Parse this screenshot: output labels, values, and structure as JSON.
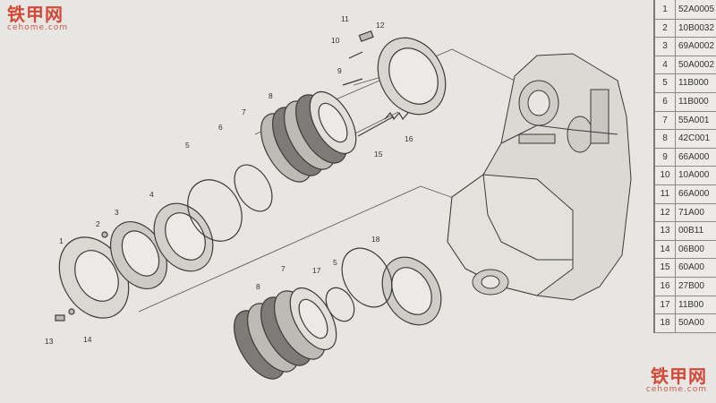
{
  "watermark": {
    "main": "铁甲网",
    "sub": "cehome.com"
  },
  "parts_table": [
    {
      "no": "1",
      "code": "52A0005"
    },
    {
      "no": "2",
      "code": "10B0032"
    },
    {
      "no": "3",
      "code": "69A0002"
    },
    {
      "no": "4",
      "code": "50A0002"
    },
    {
      "no": "5",
      "code": "11B000"
    },
    {
      "no": "6",
      "code": "11B000"
    },
    {
      "no": "7",
      "code": "55A001"
    },
    {
      "no": "8",
      "code": "42C001"
    },
    {
      "no": "9",
      "code": "66A000"
    },
    {
      "no": "10",
      "code": "10A000"
    },
    {
      "no": "11",
      "code": "66A000"
    },
    {
      "no": "12",
      "code": "71A00"
    },
    {
      "no": "13",
      "code": "00B11"
    },
    {
      "no": "14",
      "code": "06B00"
    },
    {
      "no": "15",
      "code": "60A00"
    },
    {
      "no": "16",
      "code": "27B00"
    },
    {
      "no": "17",
      "code": "11B00"
    },
    {
      "no": "18",
      "code": "50A00"
    }
  ],
  "callouts": [
    "1",
    "2",
    "3",
    "4",
    "5",
    "6",
    "7",
    "8",
    "9",
    "10",
    "11",
    "12",
    "13",
    "14",
    "15",
    "16",
    "17",
    "18",
    "5",
    "7",
    "8"
  ],
  "colors": {
    "paper": "#e7e6e2",
    "ink": "#3a3a3a",
    "watermark": "#d24a3a"
  }
}
